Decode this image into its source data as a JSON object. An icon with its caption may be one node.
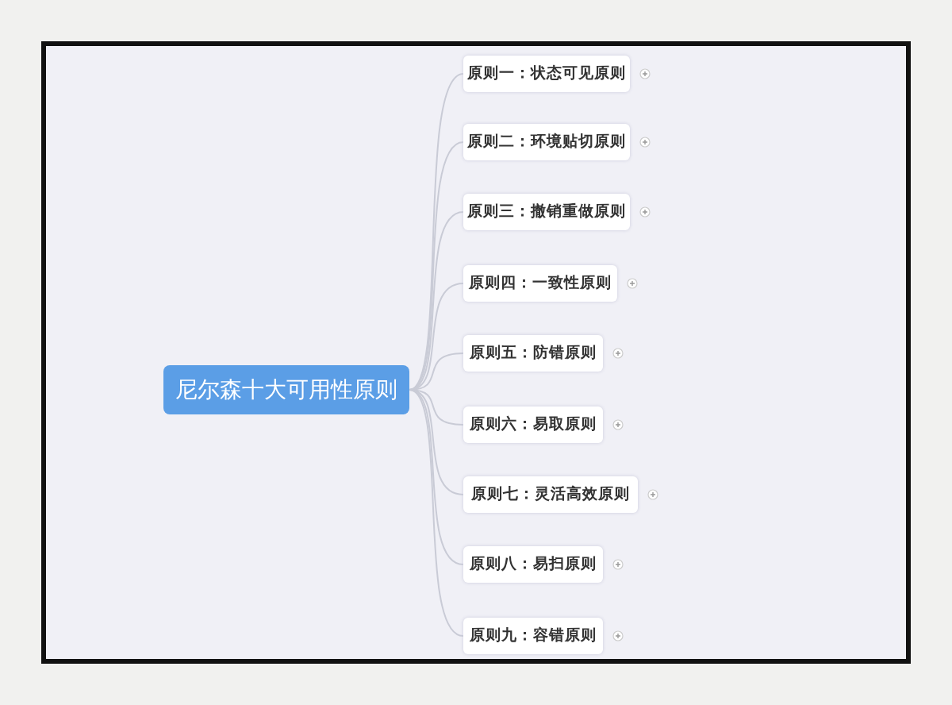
{
  "diagram": {
    "nodes": [
      {
        "text": [
          "尼尔森十大可用性原则"
        ]
      },
      {
        "text": [
          "原则一：状态可见原则"
        ]
      },
      {
        "text": [
          "原则二：环境贴切原则"
        ]
      },
      {
        "text": [
          "原则三：撤销重做原则"
        ]
      },
      {
        "text": [
          "原则四：一致性原则"
        ]
      },
      {
        "text": [
          "原则五：防错原则"
        ]
      },
      {
        "text": [
          "原则六：易取原则"
        ]
      },
      {
        "text": [
          "原则七：灵活高效原则"
        ]
      },
      {
        "text": [
          "原则八：易扫原则"
        ]
      },
      {
        "text": [
          "原则九：容错原则"
        ]
      }
    ],
    "edges": [
      {
        "from": 0,
        "to": 1,
        "arrow": "none"
      },
      {
        "from": 0,
        "to": 2,
        "arrow": "none"
      },
      {
        "from": 0,
        "to": 3,
        "arrow": "none"
      },
      {
        "from": 0,
        "to": 4,
        "arrow": "none"
      },
      {
        "from": 0,
        "to": 5,
        "arrow": "none"
      },
      {
        "from": 0,
        "to": 6,
        "arrow": "none"
      },
      {
        "from": 0,
        "to": 7,
        "arrow": "none"
      },
      {
        "from": 0,
        "to": 8,
        "arrow": "none"
      },
      {
        "from": 0,
        "to": 9,
        "arrow": "none"
      }
    ]
  }
}
